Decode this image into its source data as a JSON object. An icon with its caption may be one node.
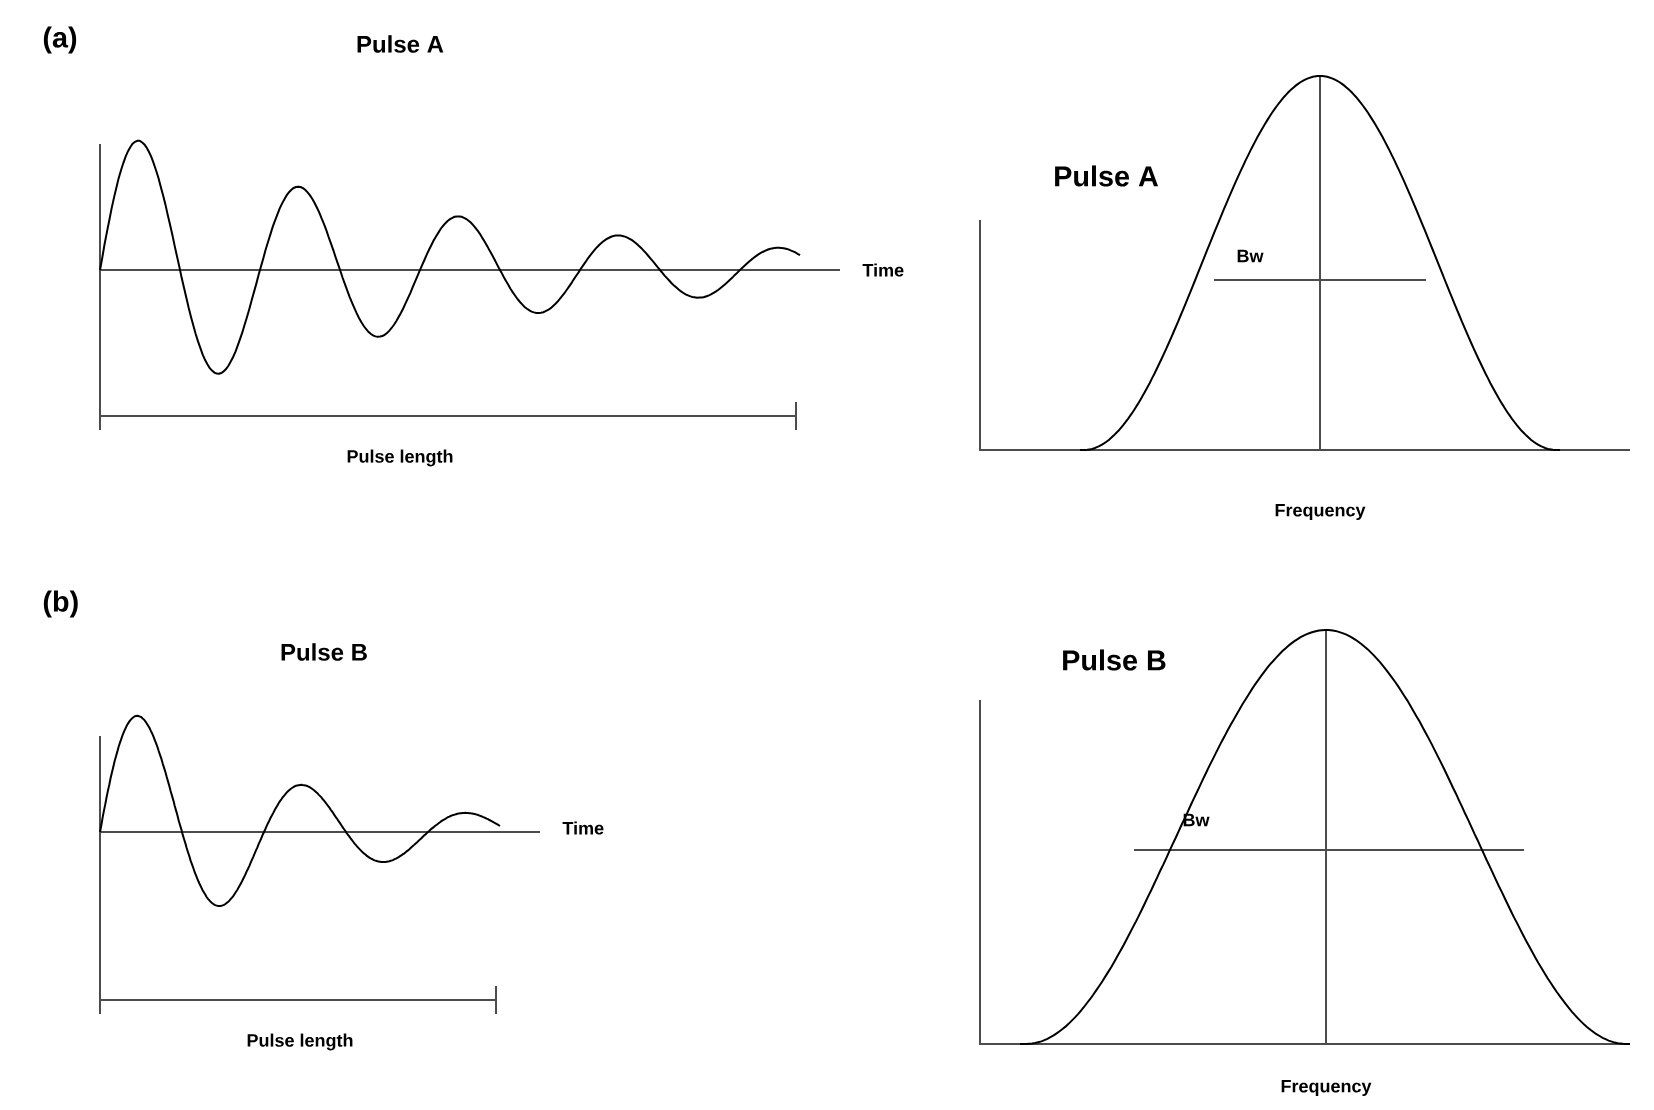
{
  "diagram": {
    "labels": [
      "(a)",
      "Pulse A",
      "Pulse A",
      "Bw",
      "Time",
      "Pulse length",
      "Frequency",
      "(b)",
      "Pulse B",
      "Pulse B",
      "Time",
      "Bw",
      "Pulse length",
      "Frequency"
    ]
  }
}
